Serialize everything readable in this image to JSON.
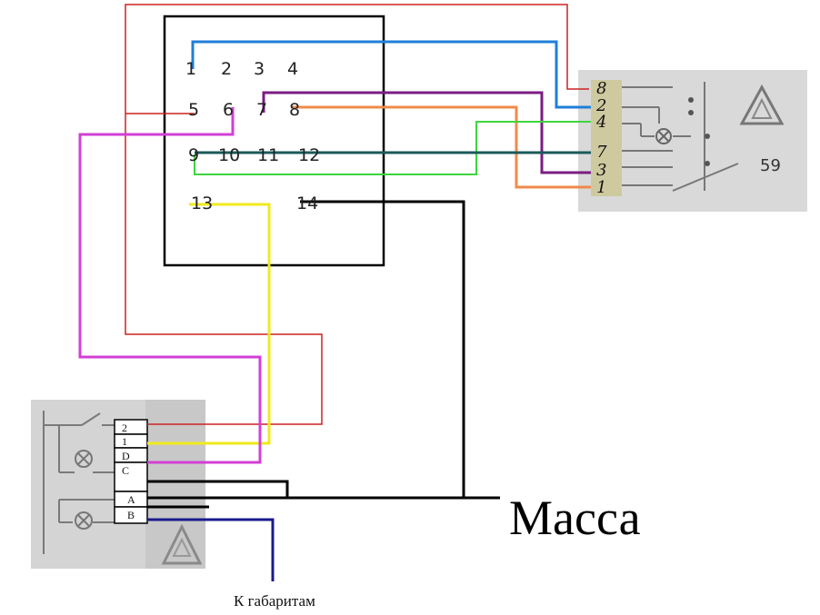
{
  "connector_pins": [
    "1",
    "2",
    "3",
    "4",
    "5",
    "6",
    "7",
    "8",
    "9",
    "10",
    "11",
    "12",
    "13",
    "14"
  ],
  "switch_59": {
    "pins": [
      "8",
      "2",
      "4",
      "7",
      "3",
      "1"
    ],
    "label": "59"
  },
  "relay_block": {
    "pins": [
      "2",
      "1",
      "D",
      "C",
      "A",
      "B"
    ]
  },
  "labels": {
    "ground": "Масса",
    "side_lights": "К габаритам"
  },
  "icons": [
    "hazard-triangle-icon",
    "lamp-icon",
    "relay-contact-icon"
  ],
  "colors": {
    "red": "#cc2222",
    "blue": "#1e7fd8",
    "purple": "#7a1d82",
    "orange": "#f08a4a",
    "green": "#3ed43e",
    "teal": "#1a5a5a",
    "yellow": "#f0ea1e",
    "magenta": "#d23fd6",
    "black": "#000000",
    "navy": "#1a1a8c"
  }
}
